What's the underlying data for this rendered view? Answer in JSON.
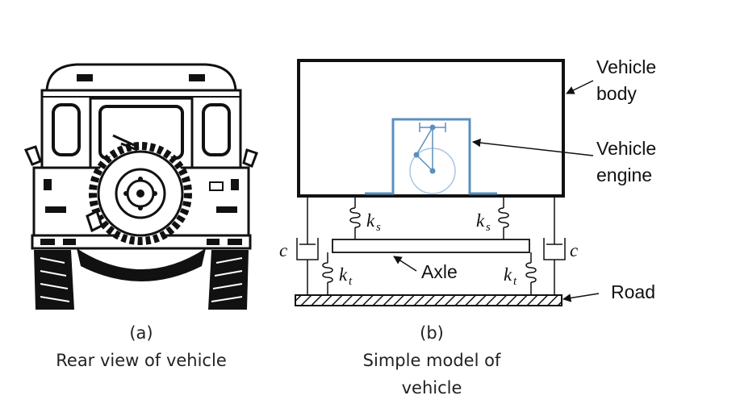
{
  "figure_a": {
    "letter": "(a)",
    "caption": "Rear view of vehicle"
  },
  "figure_b": {
    "letter": "(b)",
    "caption_line1": "Simple model of",
    "caption_line2": "vehicle",
    "labels": {
      "vehicle_body_line1": "Vehicle",
      "vehicle_body_line2": "body",
      "vehicle_engine_line1": "Vehicle",
      "vehicle_engine_line2": "engine",
      "axle": "Axle",
      "road": "Road",
      "damper_left": "c",
      "damper_right": "c",
      "spring_suspension_symbol": "k",
      "spring_suspension_sub": "s",
      "spring_tire_symbol": "k",
      "spring_tire_sub": "t"
    }
  },
  "colors": {
    "engine": "#5b8fbf",
    "engine_light": "#a9c6e2",
    "line": "#111111"
  }
}
